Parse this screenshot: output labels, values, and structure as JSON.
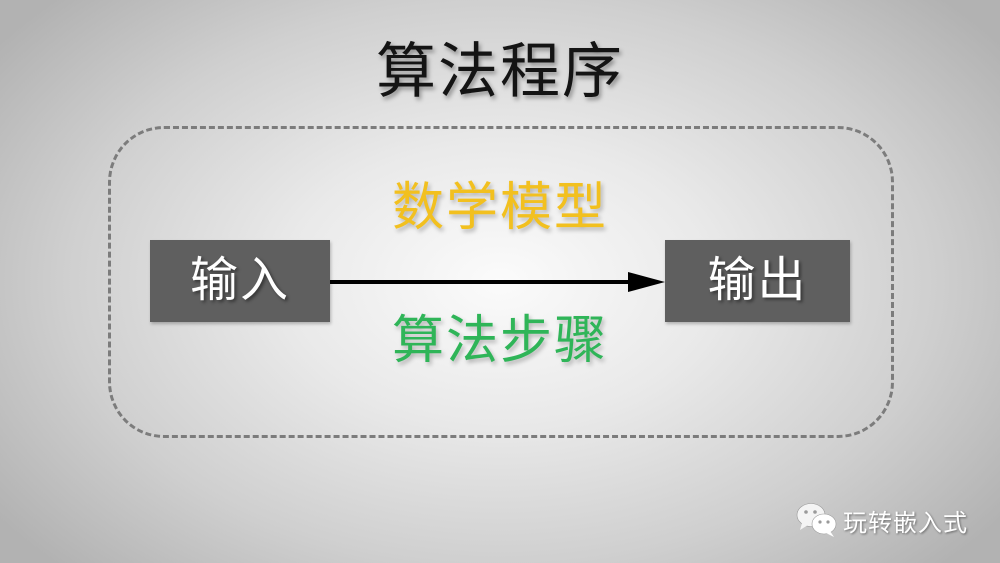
{
  "title": "算法程序",
  "diagram": {
    "input_label": "输入",
    "output_label": "输出",
    "upper_label": "数学模型",
    "lower_label": "算法步骤",
    "colors": {
      "upper_label": "#f2c01f",
      "lower_label": "#2fb558",
      "boxes": "#5f5f5f",
      "frame_border": "#7c7c7c",
      "arrow": "#000000"
    }
  },
  "watermark": {
    "icon": "wechat-icon",
    "text": "玩转嵌入式"
  }
}
